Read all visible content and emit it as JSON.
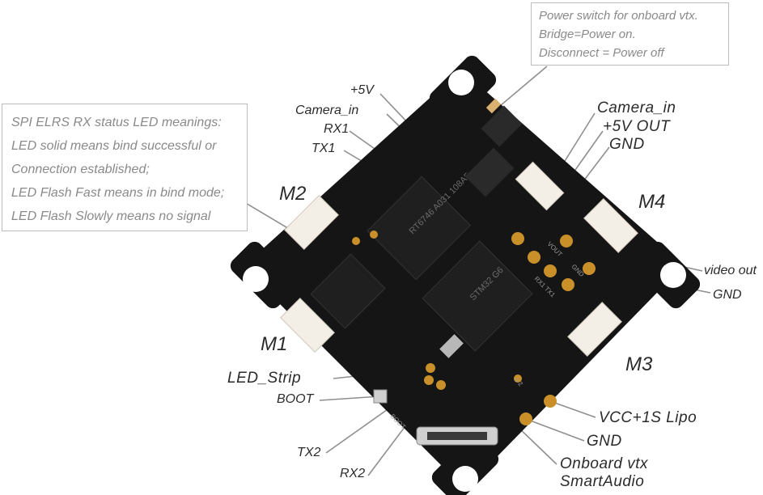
{
  "power_note": {
    "lines": [
      "Power switch for onboard vtx.",
      "Bridge=Power on.",
      "Disconnect = Power off"
    ]
  },
  "led_note": {
    "lines": [
      "SPI ELRS RX status LED meanings:",
      "LED solid means bind successful or",
      "Connection established;",
      "LED Flash Fast means in bind mode;",
      "LED Flash Slowly means no signal"
    ]
  },
  "motors": {
    "m1": "M1",
    "m2": "M2",
    "m3": "M3",
    "m4": "M4"
  },
  "labels": {
    "plus5v": "+5V",
    "camera_in_left": "Camera_in",
    "rx1": "RX1",
    "tx1": "TX1",
    "camera_in_right": "Camera_in",
    "plus5v_out": "+5V OUT",
    "gnd_top": "GND",
    "video_out": "video out",
    "gnd_right": "GND",
    "led_strip": "LED_Strip",
    "boot": "BOOT",
    "tx2": "TX2",
    "rx2": "RX2",
    "vcc_lipo": "VCC+1S Lipo",
    "gnd_bottom": "GND",
    "onboard_vtx": "Onboard vtx",
    "smartaudio": "SmartAudio"
  },
  "board_markings": {
    "chip_rtc": "RT6746 A031 108A5",
    "chip_mcu": "STM32 G6",
    "vout": "VOUT",
    "gnd": "GND",
    "rx1tx1": "RX1 TX1",
    "boot": "BOOT",
    "code": "0 2"
  },
  "colors": {
    "board": "#151515",
    "pad": "#c9902a",
    "connector": "#f4efe6",
    "leader": "#8f8f8f",
    "text": "#2b2b2b",
    "note_text": "#8a8a8a"
  }
}
